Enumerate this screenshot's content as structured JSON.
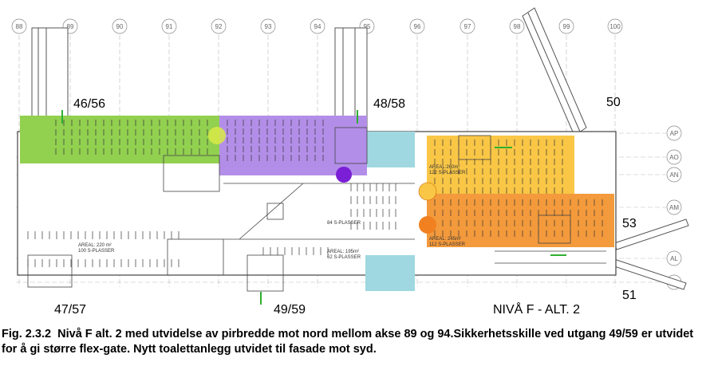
{
  "axes_top": [
    "88",
    "89",
    "90",
    "91",
    "92",
    "93",
    "94",
    "95",
    "96",
    "97",
    "98",
    "99",
    "100"
  ],
  "axes_right": [
    "AP",
    "AO",
    "AN",
    "AM",
    "AL",
    "AK"
  ],
  "gates": {
    "g1": "46/56",
    "g2": "48/58",
    "g3": "50",
    "g4": "53",
    "g5": "51",
    "g6": "47/57",
    "g7": "49/59"
  },
  "level_label": "NIVÅ F - ALT. 2",
  "areas": {
    "left_area": "AREAL: 220 m²",
    "left_seats": "100 S-PLASSER",
    "center_seats": "84 S-PLASSER",
    "center_area": "AREAL: 195m²",
    "center_seats2": "62 S-PLASSER",
    "yellow_area": "AREAL:260m²",
    "yellow_seats": "122 S-PLASSER",
    "orange_area": "AREAL: 245m²",
    "orange_seats": "112 S-PLASSER"
  },
  "caption": {
    "label": "Fig. 2.3.2",
    "text": "Nivå F alt. 2 med utvidelse av pirbredde mot nord mellom akse 89 og 94.Sikkerhetsskille ved utgang 49/59 er utvidet for å gi større flex-gate. Nytt toalettanlegg utvidet til fasade mot syd."
  },
  "colors": {
    "green": "#92d050",
    "purple": "#b38ee8",
    "cyan": "#9fd8e0",
    "yellow": "#f9c646",
    "orange": "#f39a3c",
    "violet_circle": "#7a1fd6",
    "arrow_green": "#2fae2f"
  }
}
